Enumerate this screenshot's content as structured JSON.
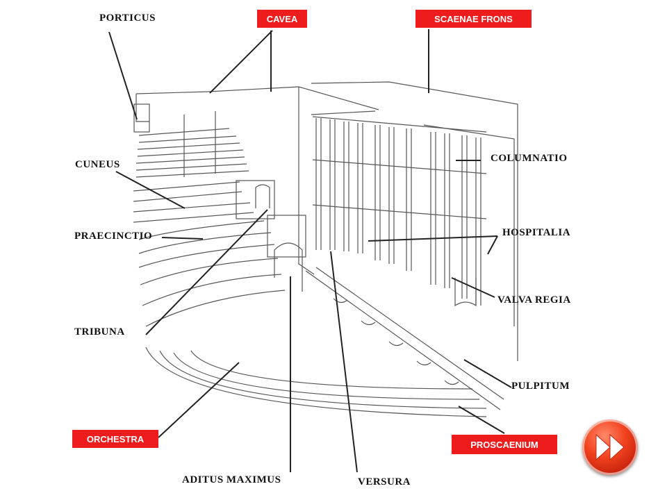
{
  "labels": {
    "porticus": "PORTICUS",
    "cuneus": "CUNEUS",
    "praecinctio": "PRAECINCTIO",
    "tribuna": "TRIBUNA",
    "aditus_maximus": "ADITUS MAXIMUS",
    "versura": "VERSURA",
    "columnatio": "COLUMNATIO",
    "hospitalia": "HOSPITALIA",
    "valva_regia": "VALVA REGIA",
    "pulpitum": "PULPITUM"
  },
  "tags": {
    "cavea": "CAVEA",
    "scaenae_frons": "SCAENAE FRONS",
    "orchestra": "ORCHESTRA",
    "proscaenium": "PROSCAENIUM"
  },
  "colors": {
    "tag_red": "#ee1c1c",
    "button_red": "#f2431f"
  },
  "next_button": {
    "icon": "fast-forward-icon"
  }
}
